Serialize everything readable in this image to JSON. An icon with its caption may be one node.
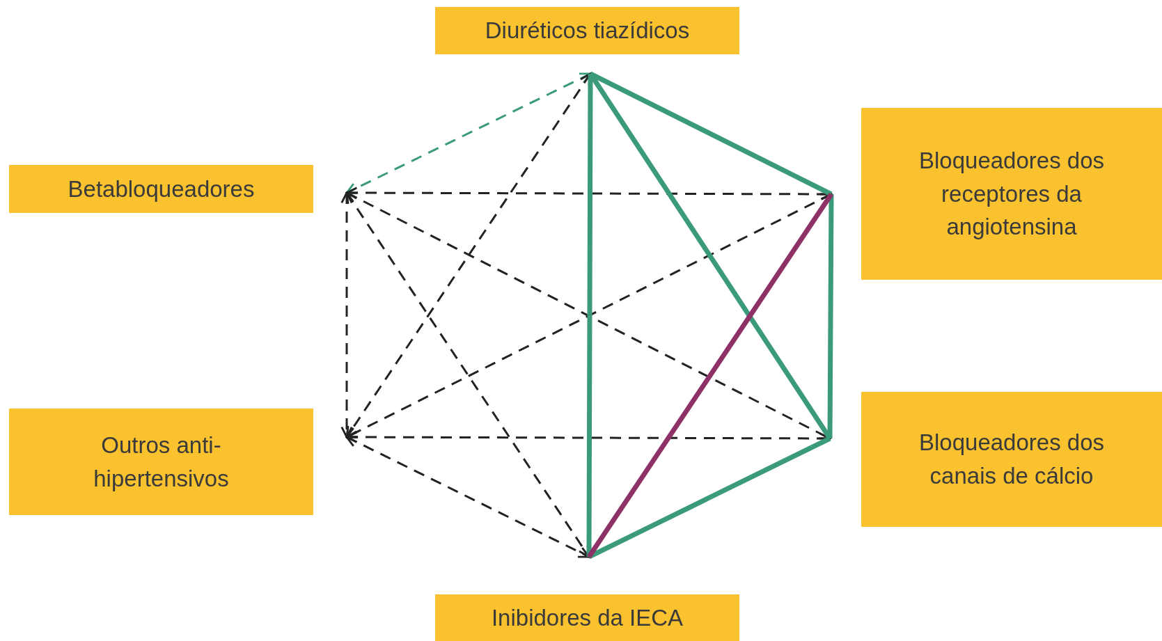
{
  "diagram": {
    "nodes": [
      {
        "text": [
          "Diuréticos tiazídicos"
        ]
      },
      {
        "text": [
          "Betabloqueadores"
        ]
      },
      {
        "text": [
          "Bloqueadores dos receptores da angiotensina"
        ]
      },
      {
        "text": [
          "Outros anti-hipertensivos"
        ]
      },
      {
        "text": [
          "Bloqueadores dos canais de cálcio"
        ]
      },
      {
        "text": [
          "Inibidores da IECA"
        ]
      }
    ],
    "edges": [
      {
        "from": 0,
        "to": 2,
        "arrow": "none",
        "style": "thick",
        "color": "#3a9a7a"
      },
      {
        "from": 0,
        "to": 4,
        "arrow": "none",
        "style": "thick",
        "color": "#3a9a7a"
      },
      {
        "from": 0,
        "to": 5,
        "arrow": "none",
        "style": "thick",
        "color": "#3a9a7a"
      },
      {
        "from": 2,
        "to": 4,
        "arrow": "none",
        "style": "thick",
        "color": "#3a9a7a"
      },
      {
        "from": 4,
        "to": 5,
        "arrow": "none",
        "style": "thick",
        "color": "#3a9a7a"
      },
      {
        "from": 2,
        "to": 5,
        "arrow": "none",
        "style": "thick",
        "color": "#8e3166"
      },
      {
        "from": 0,
        "to": 1,
        "arrow": "both",
        "style": "dashed",
        "color": "#3a9a7a"
      },
      {
        "from": 0,
        "to": 3,
        "arrow": "both",
        "style": "dashed"
      },
      {
        "from": 1,
        "to": 2,
        "arrow": "both",
        "style": "dashed"
      },
      {
        "from": 1,
        "to": 3,
        "arrow": "both",
        "style": "dashed"
      },
      {
        "from": 1,
        "to": 4,
        "arrow": "both",
        "style": "dashed"
      },
      {
        "from": 1,
        "to": 5,
        "arrow": "both",
        "style": "dashed"
      },
      {
        "from": 2,
        "to": 3,
        "arrow": "both",
        "style": "dashed"
      },
      {
        "from": 3,
        "to": 4,
        "arrow": "both",
        "style": "dashed"
      },
      {
        "from": 3,
        "to": 5,
        "arrow": "both",
        "style": "dashed"
      }
    ]
  }
}
